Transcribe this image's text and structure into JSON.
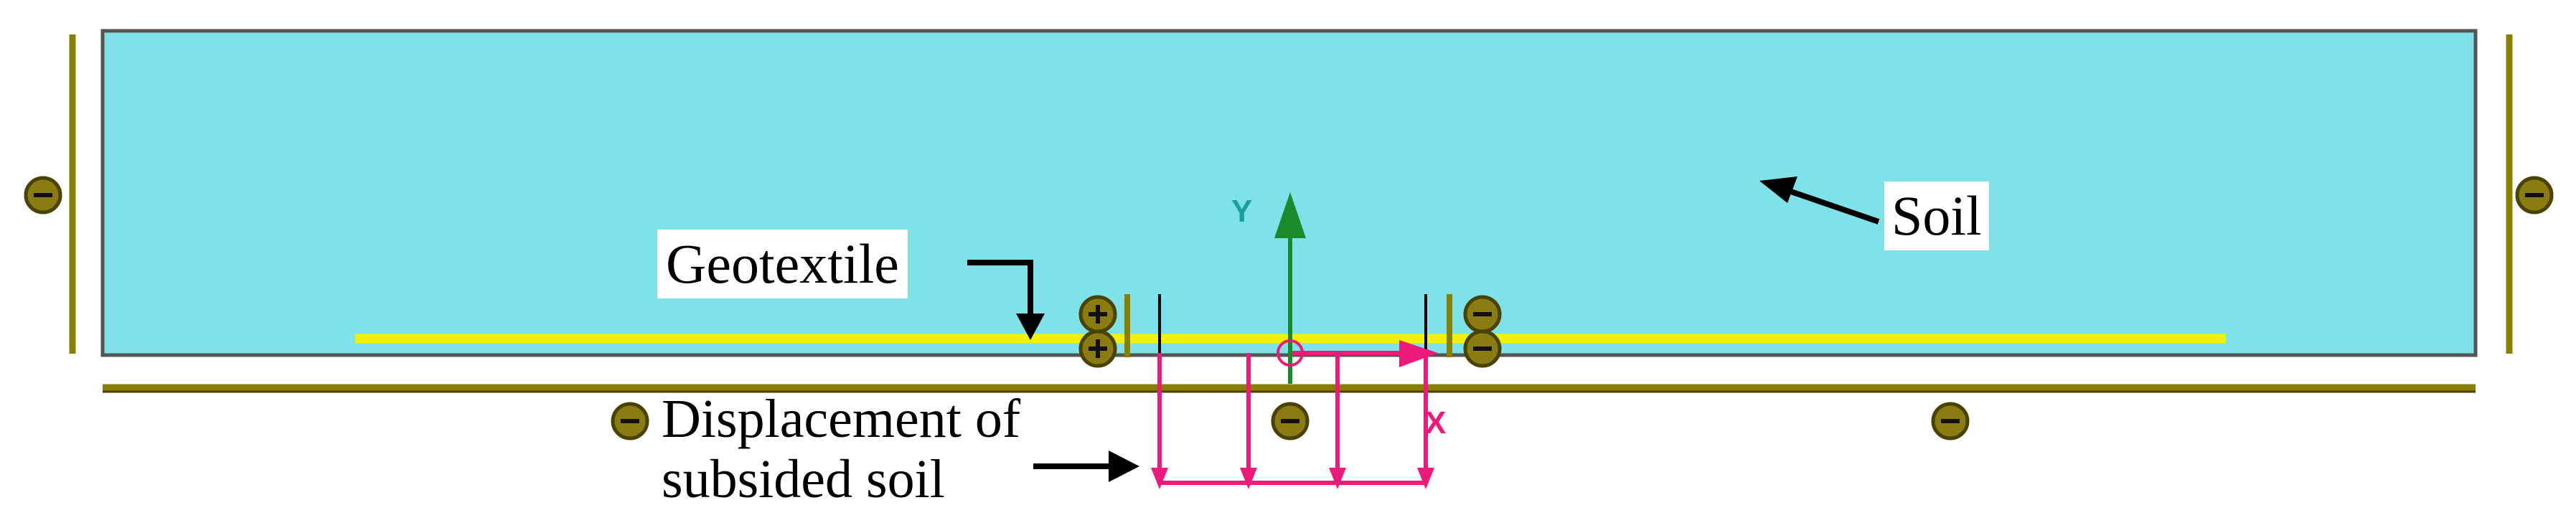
{
  "labels": {
    "geotextile": "Geotextile",
    "soil": "Soil",
    "displacement_line1": "Displacement of",
    "displacement_line2": "subsided soil"
  },
  "axes": {
    "y": "Y",
    "x": "X"
  },
  "symbols": {
    "plus": "+",
    "minus": "−"
  },
  "colors": {
    "soil_fill": "#7ee2e8",
    "soil_border": "#555555",
    "geotextile": "#f2f200",
    "support_bar": "#8a8000",
    "support_dark": "#4a4200",
    "support_fill": "#8a7c10",
    "displacement": "#ee1a7a",
    "y_axis": "#1a8a2a",
    "y_label": "#1aa0a0",
    "x_label": "#ee1a7a",
    "arrow": "#000000"
  }
}
